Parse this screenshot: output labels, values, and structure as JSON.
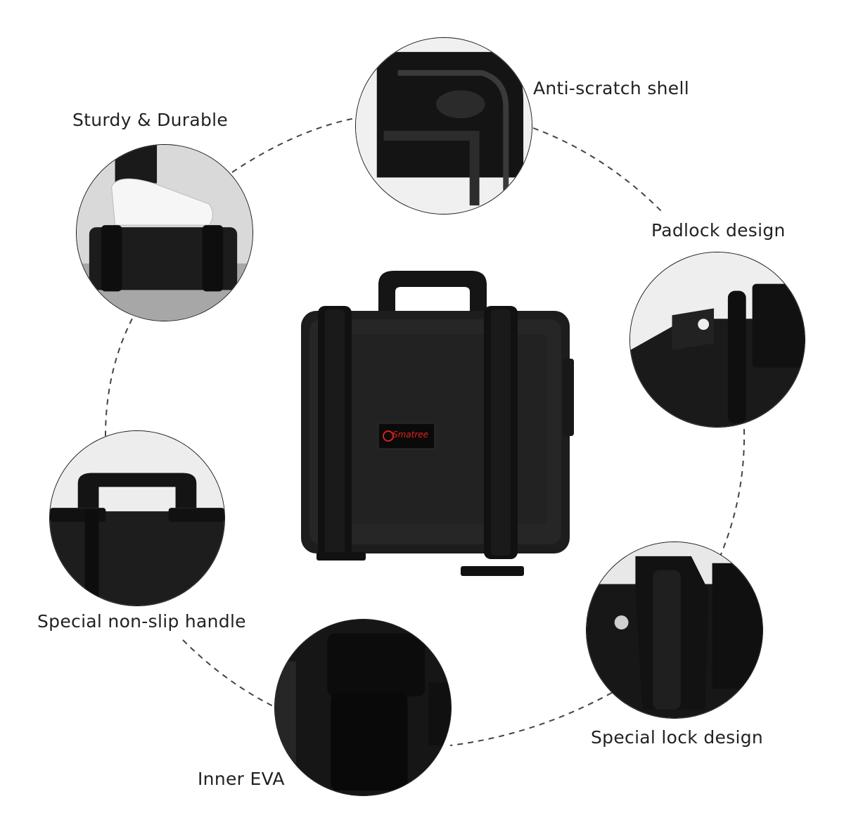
{
  "features": {
    "sturdy": "Sturdy & Durable",
    "antiscratch": "Anti-scratch shell",
    "padlock": "Padlock design",
    "handle": "Special non-slip handle",
    "eva": "Inner EVA",
    "lock": "Special lock design"
  },
  "brand": {
    "logo_text": "Smatree",
    "accent": "#e0201b"
  },
  "colors": {
    "case": "#1b1b1b",
    "dash": "#444444"
  }
}
